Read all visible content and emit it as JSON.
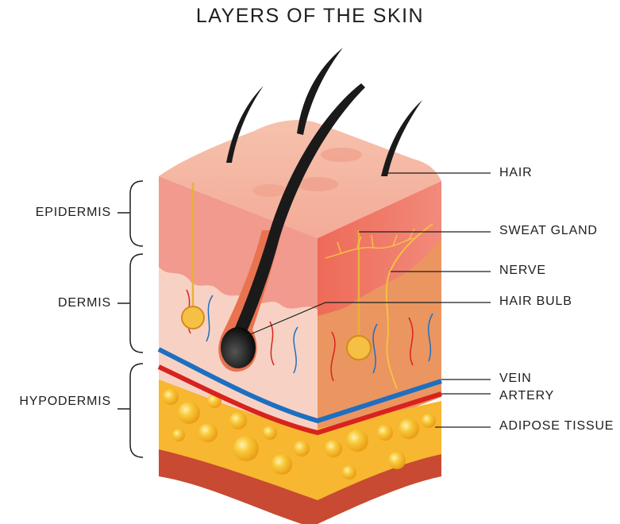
{
  "title": "LAYERS OF THE SKIN",
  "layers": [
    {
      "label": "EPIDERMIS"
    },
    {
      "label": "DERMIS"
    },
    {
      "label": "HYPODERMIS"
    }
  ],
  "structures": [
    {
      "label": "HAIR"
    },
    {
      "label": "SWEAT GLAND"
    },
    {
      "label": "NERVE"
    },
    {
      "label": "HAIR BULB"
    },
    {
      "label": "VEIN"
    },
    {
      "label": "ARTERY"
    },
    {
      "label": "ADIPOSE TISSUE"
    }
  ],
  "colors": {
    "epidermis": "#f29a8e",
    "dermis": "#f7cdbf",
    "fat": "#f7b731",
    "vein": "#1d6fc1",
    "artery": "#d8231d",
    "hair": "#1a1a1a",
    "line": "#1e1e1e"
  }
}
